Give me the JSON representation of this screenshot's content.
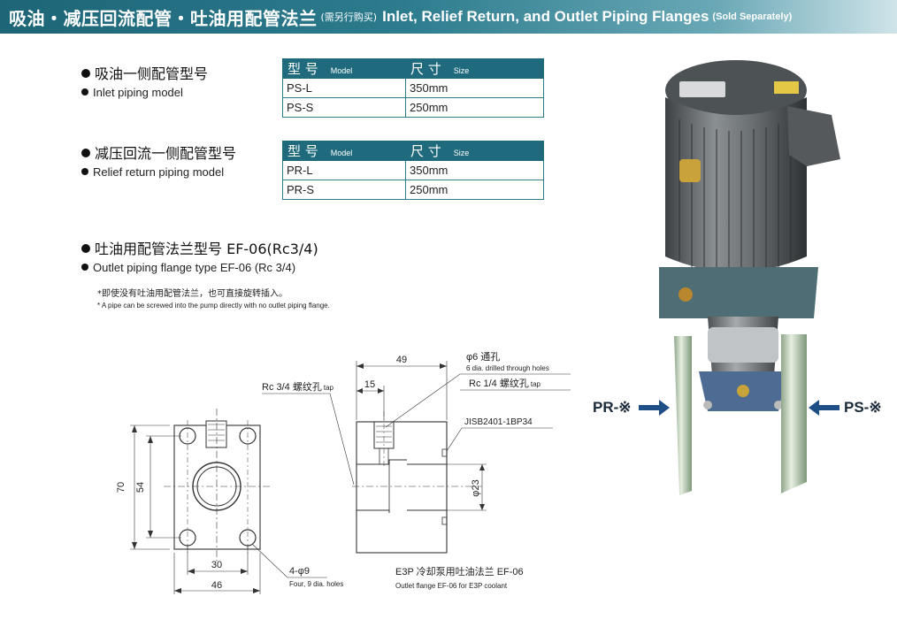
{
  "banner": {
    "title_zh": "吸油・减压回流配管・吐油用配管法兰",
    "note_zh": "(需另行购买)",
    "title_en": "Inlet, Relief Return, and Outlet Piping Flanges",
    "note_en": "(Sold Separately)"
  },
  "inlet": {
    "heading_zh": "吸油一侧配管型号",
    "heading_en": "Inlet piping model",
    "table": {
      "col1_zh": "型 号",
      "col1_en": "Model",
      "col2_zh": "尺 寸",
      "col2_en": "Size",
      "rows": [
        {
          "model": "PS-L",
          "size": "350mm"
        },
        {
          "model": "PS-S",
          "size": "250mm"
        }
      ]
    }
  },
  "relief": {
    "heading_zh": "减压回流一侧配管型号",
    "heading_en": "Relief return piping model",
    "table": {
      "col1_zh": "型 号",
      "col1_en": "Model",
      "col2_zh": "尺 寸",
      "col2_en": "Size",
      "rows": [
        {
          "model": "PR-L",
          "size": "350mm"
        },
        {
          "model": "PR-S",
          "size": "250mm"
        }
      ]
    }
  },
  "outlet": {
    "heading_zh": "吐油用配管法兰型号 EF-06(Rc3/4)",
    "heading_en": "Outlet piping flange type EF-06 (Rc 3/4)",
    "note_zh": "*即使没有吐油用配管法兰，也可直接旋转插入。",
    "note_en": "* A pipe can be screwed into the pump directly with no outlet piping flange."
  },
  "drawing": {
    "dim_70": "70",
    "dim_54": "54",
    "dim_30": "30",
    "dim_46": "46",
    "dim_49": "49",
    "dim_15": "15",
    "dim_phi23": "φ23",
    "holes_main": "4-φ9",
    "holes_sub": "Four, 9 dia. holes",
    "rc34_zh": "Rc 3/4 螺纹孔",
    "rc34_tap": "tap",
    "phi6_zh": "φ6 通孔",
    "phi6_en": "6 dia. drilled through holes",
    "rc14_zh": "Rc 1/4 螺纹孔",
    "rc14_tap": "tap",
    "jis": "JISB2401-1BP34",
    "caption_zh": "E3P 冷却泵用吐油法兰 EF-06",
    "caption_en": "Outlet flange EF-06 for E3P coolant"
  },
  "pump": {
    "label_left": "PR-※",
    "label_right": "PS-※"
  }
}
